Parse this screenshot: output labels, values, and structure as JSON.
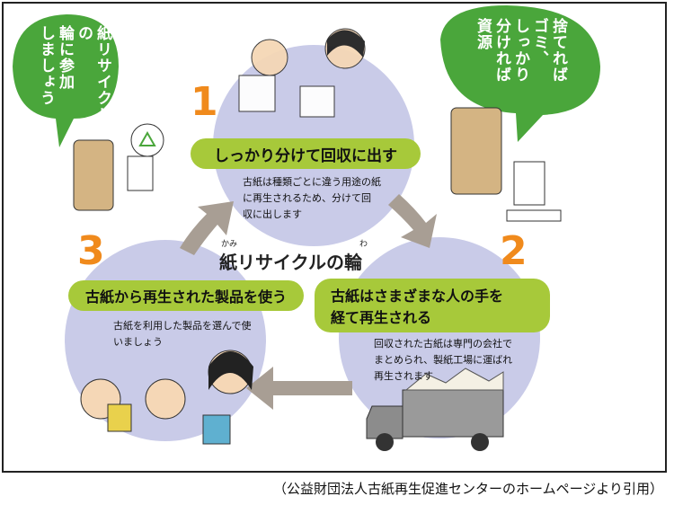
{
  "center_title": "紙リサイクルの輪",
  "center_title_ruby": {
    "kami": "かみ",
    "wa": "わ"
  },
  "steps": [
    {
      "number": "1",
      "title": "しっかり分けて回収に出す",
      "description_lines": [
        "古紙は種類ごとに違う用途の紙",
        "に再生されるため、分けて回",
        "収に出します"
      ]
    },
    {
      "number": "2",
      "title_lines": [
        "古紙はさまざまな人の手を",
        "経て再生される"
      ],
      "description_lines": [
        "回収された古紙は専門の会社で",
        "まとめられ、製紙工場に運ばれ",
        "再生されます"
      ]
    },
    {
      "number": "3",
      "title": "古紙から再生された製品を使う",
      "description_lines": [
        "古紙を利用した製品を選んで使",
        "いましょう"
      ]
    }
  ],
  "bubble_left": {
    "columns": [
      "紙リサイクルの",
      "輪に参加",
      "しましょう"
    ]
  },
  "bubble_right": {
    "columns": [
      "捨てれば",
      "ゴミ、",
      "しっかり",
      "分ければ",
      "資源"
    ]
  },
  "caption": "（公益財団法人古紙再生促進センターのホームページより引用）",
  "colors": {
    "circle": "#c9cbe8",
    "bar": "#a7c93a",
    "bubble": "#4aa63b",
    "number": "#f08a1c",
    "arrow": "#a89e94"
  }
}
